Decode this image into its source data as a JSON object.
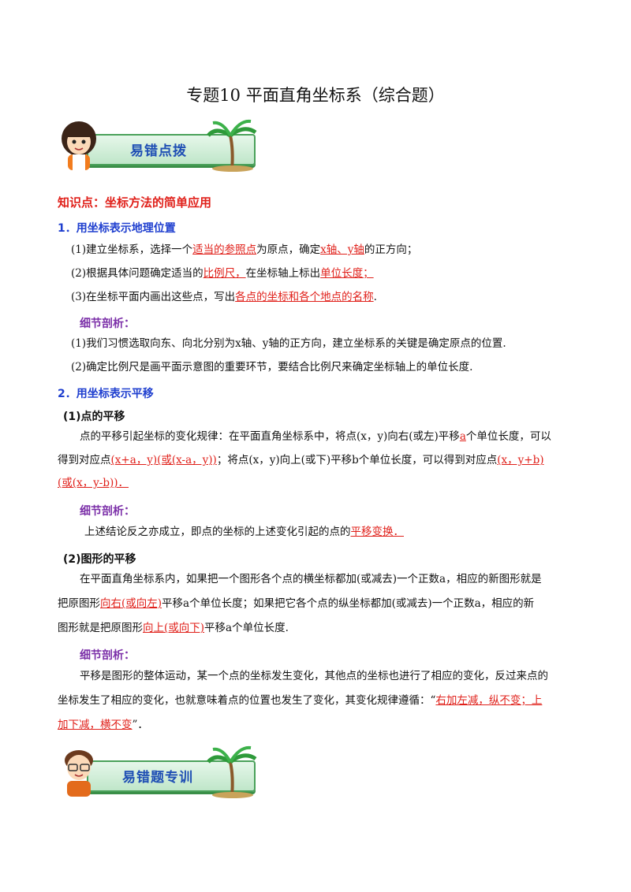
{
  "title": "专题10 平面直角坐标系（综合题）",
  "banner1_label": "易错点拨",
  "banner2_label": "易错题专训",
  "kp_heading": "知识点：坐标方法的简单应用",
  "s1": {
    "heading": "1．用坐标表示地理位置",
    "l1": [
      "(1)建立坐标系，选择一个",
      "适当的参照点",
      "为原点，确定",
      "x轴、y轴",
      "的正方向；"
    ],
    "l2": [
      "(2)根据具体问题确定适当的",
      "比例尺，",
      "在坐标轴上标出",
      "单位长度；"
    ],
    "l3": [
      "(3)在坐标平面内画出这些点，写出",
      "各点的坐标和各个地点的名称",
      "."
    ],
    "detail": "细节剖析：",
    "d1": "(1)我们习惯选取向东、向北分别为x轴、y轴的正方向，建立坐标系的关键是确定原点的位置.",
    "d2": "(2)确定比例尺是画平面示意图的重要环节，要结合比例尺来确定坐标轴上的单位长度."
  },
  "s2": {
    "heading": "2．用坐标表示平移",
    "sub1": "(1)点的平移",
    "p1": [
      "点的平移引起坐标的变化规律：在平面直角坐标系中，将点(x，y)向右(或左)平移",
      "a",
      "个单位长度，可以"
    ],
    "p2": [
      "得到对应点",
      "(x+a，y)(或(x-a，y))",
      "；将点(x，y)向上(或下)平移b个单位长度，可以得到对应点",
      "(x，y+b)"
    ],
    "p3": [
      "(或(x，y-b))．"
    ],
    "detail1": "细节剖析：",
    "p4": [
      "上述结论反之亦成立，即点的坐标的上述变化引起的点的",
      "平移变换．"
    ],
    "sub2": "(2)图形的平移",
    "q1": "在平面直角坐标系内，如果把一个图形各个点的横坐标都加(或减去)一个正数a，相应的新图形就是",
    "q2": [
      "把原图形",
      "向右(或向左)",
      "平移a个单位长度；如果把它各个点的纵坐标都加(或减去)一个正数a，相应的新"
    ],
    "q3": [
      "图形就是把原图形",
      "向上(或向下)",
      "平移a个单位长度."
    ],
    "detail2": "细节剖析：",
    "r1": "平移是图形的整体运动，某一个点的坐标发生变化，其他点的坐标也进行了相应的变化，反过来点的",
    "r2": [
      "坐标发生了相应的变化，也就意味着点的位置也发生了变化，其变化规律遵循：“",
      "右加左减，纵不变；上"
    ],
    "r3": [
      "加下减，横不变",
      "”．"
    ]
  },
  "colors": {
    "emphasis": "#e0201a",
    "heading_blue": "#1f3fcf",
    "detail_purple": "#7b2fa8",
    "banner_green": "#4aa15a",
    "banner_text": "#1f4fb4"
  },
  "icons": [
    "girl-cartoon-icon",
    "palm-tree-icon",
    "boy-cartoon-icon"
  ]
}
